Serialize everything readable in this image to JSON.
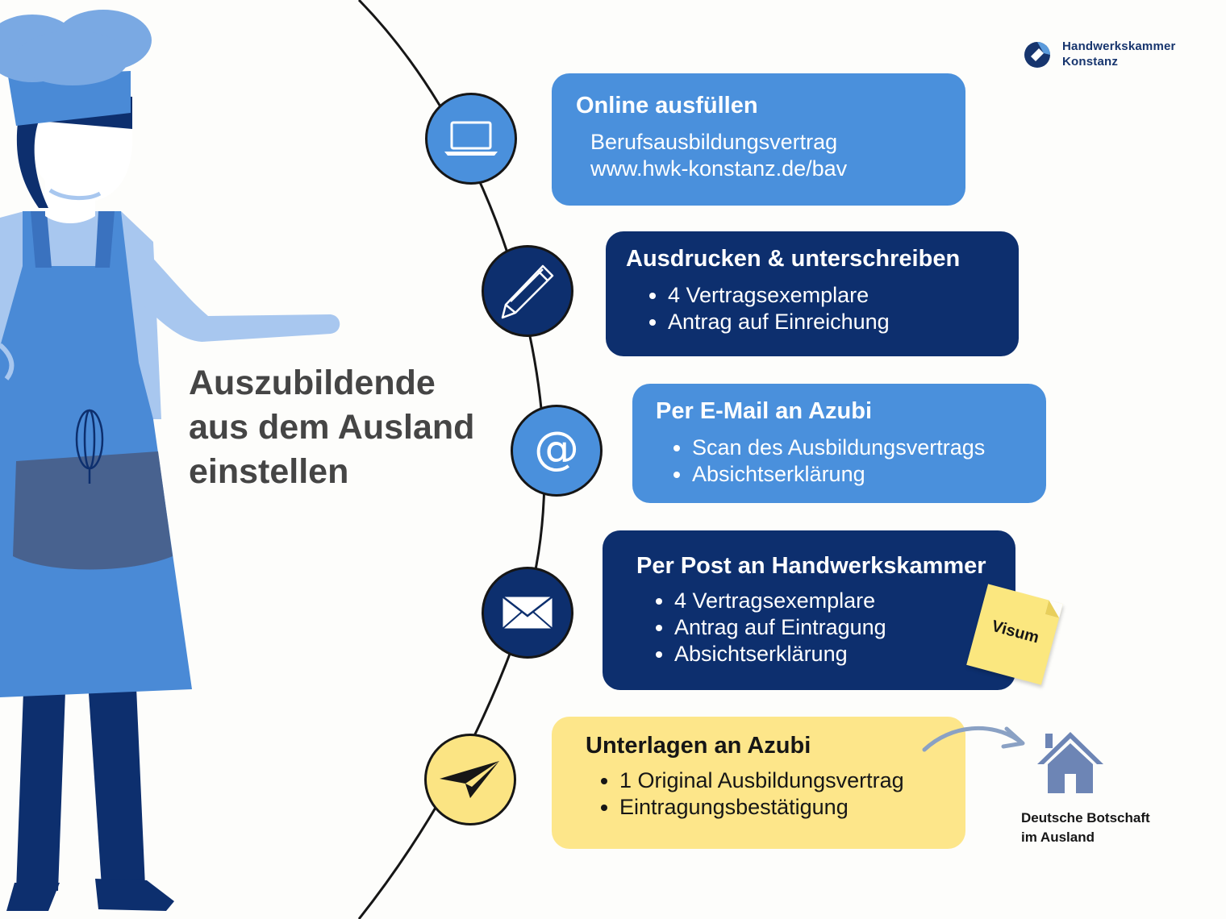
{
  "logo": {
    "line1": "Handwerkskammer",
    "line2": "Konstanz"
  },
  "title": {
    "line1": "Auszubildende",
    "line2": "aus dem Ausland",
    "line3": "einstellen"
  },
  "steps": [
    {
      "icon": "laptop-icon",
      "title": "Online ausfüllen",
      "lines": [
        "Berufsausbildungsvertrag",
        "www.hwk-konstanz.de/bav"
      ]
    },
    {
      "icon": "pencil-icon",
      "title": "Ausdrucken & unterschreiben",
      "items": [
        "4 Vertragsexemplare",
        "Antrag auf Einreichung"
      ]
    },
    {
      "icon": "at-sign-icon",
      "glyph": "@",
      "title": "Per E-Mail an Azubi",
      "items": [
        "Scan des Ausbildungsvertrags",
        "Absichtserklärung"
      ]
    },
    {
      "icon": "envelope-icon",
      "title": "Per Post an Handwerkskammer",
      "items": [
        "4 Vertragsexemplare",
        "Antrag auf Eintragung",
        "Absichtserklärung"
      ],
      "note": "Visum"
    },
    {
      "icon": "paper-plane-icon",
      "title": "Unterlagen an Azubi",
      "items": [
        "1 Original Ausbildungsvertrag",
        "Eintragungsbestätigung"
      ]
    }
  ],
  "embassy": {
    "icon": "house-icon",
    "line1": "Deutsche Botschaft",
    "line2": "im Ausland"
  },
  "colors": {
    "light_blue": "#4a90dc",
    "dark_blue": "#0d2f6e",
    "yellow": "#fde68a",
    "title_gray": "#454545"
  }
}
